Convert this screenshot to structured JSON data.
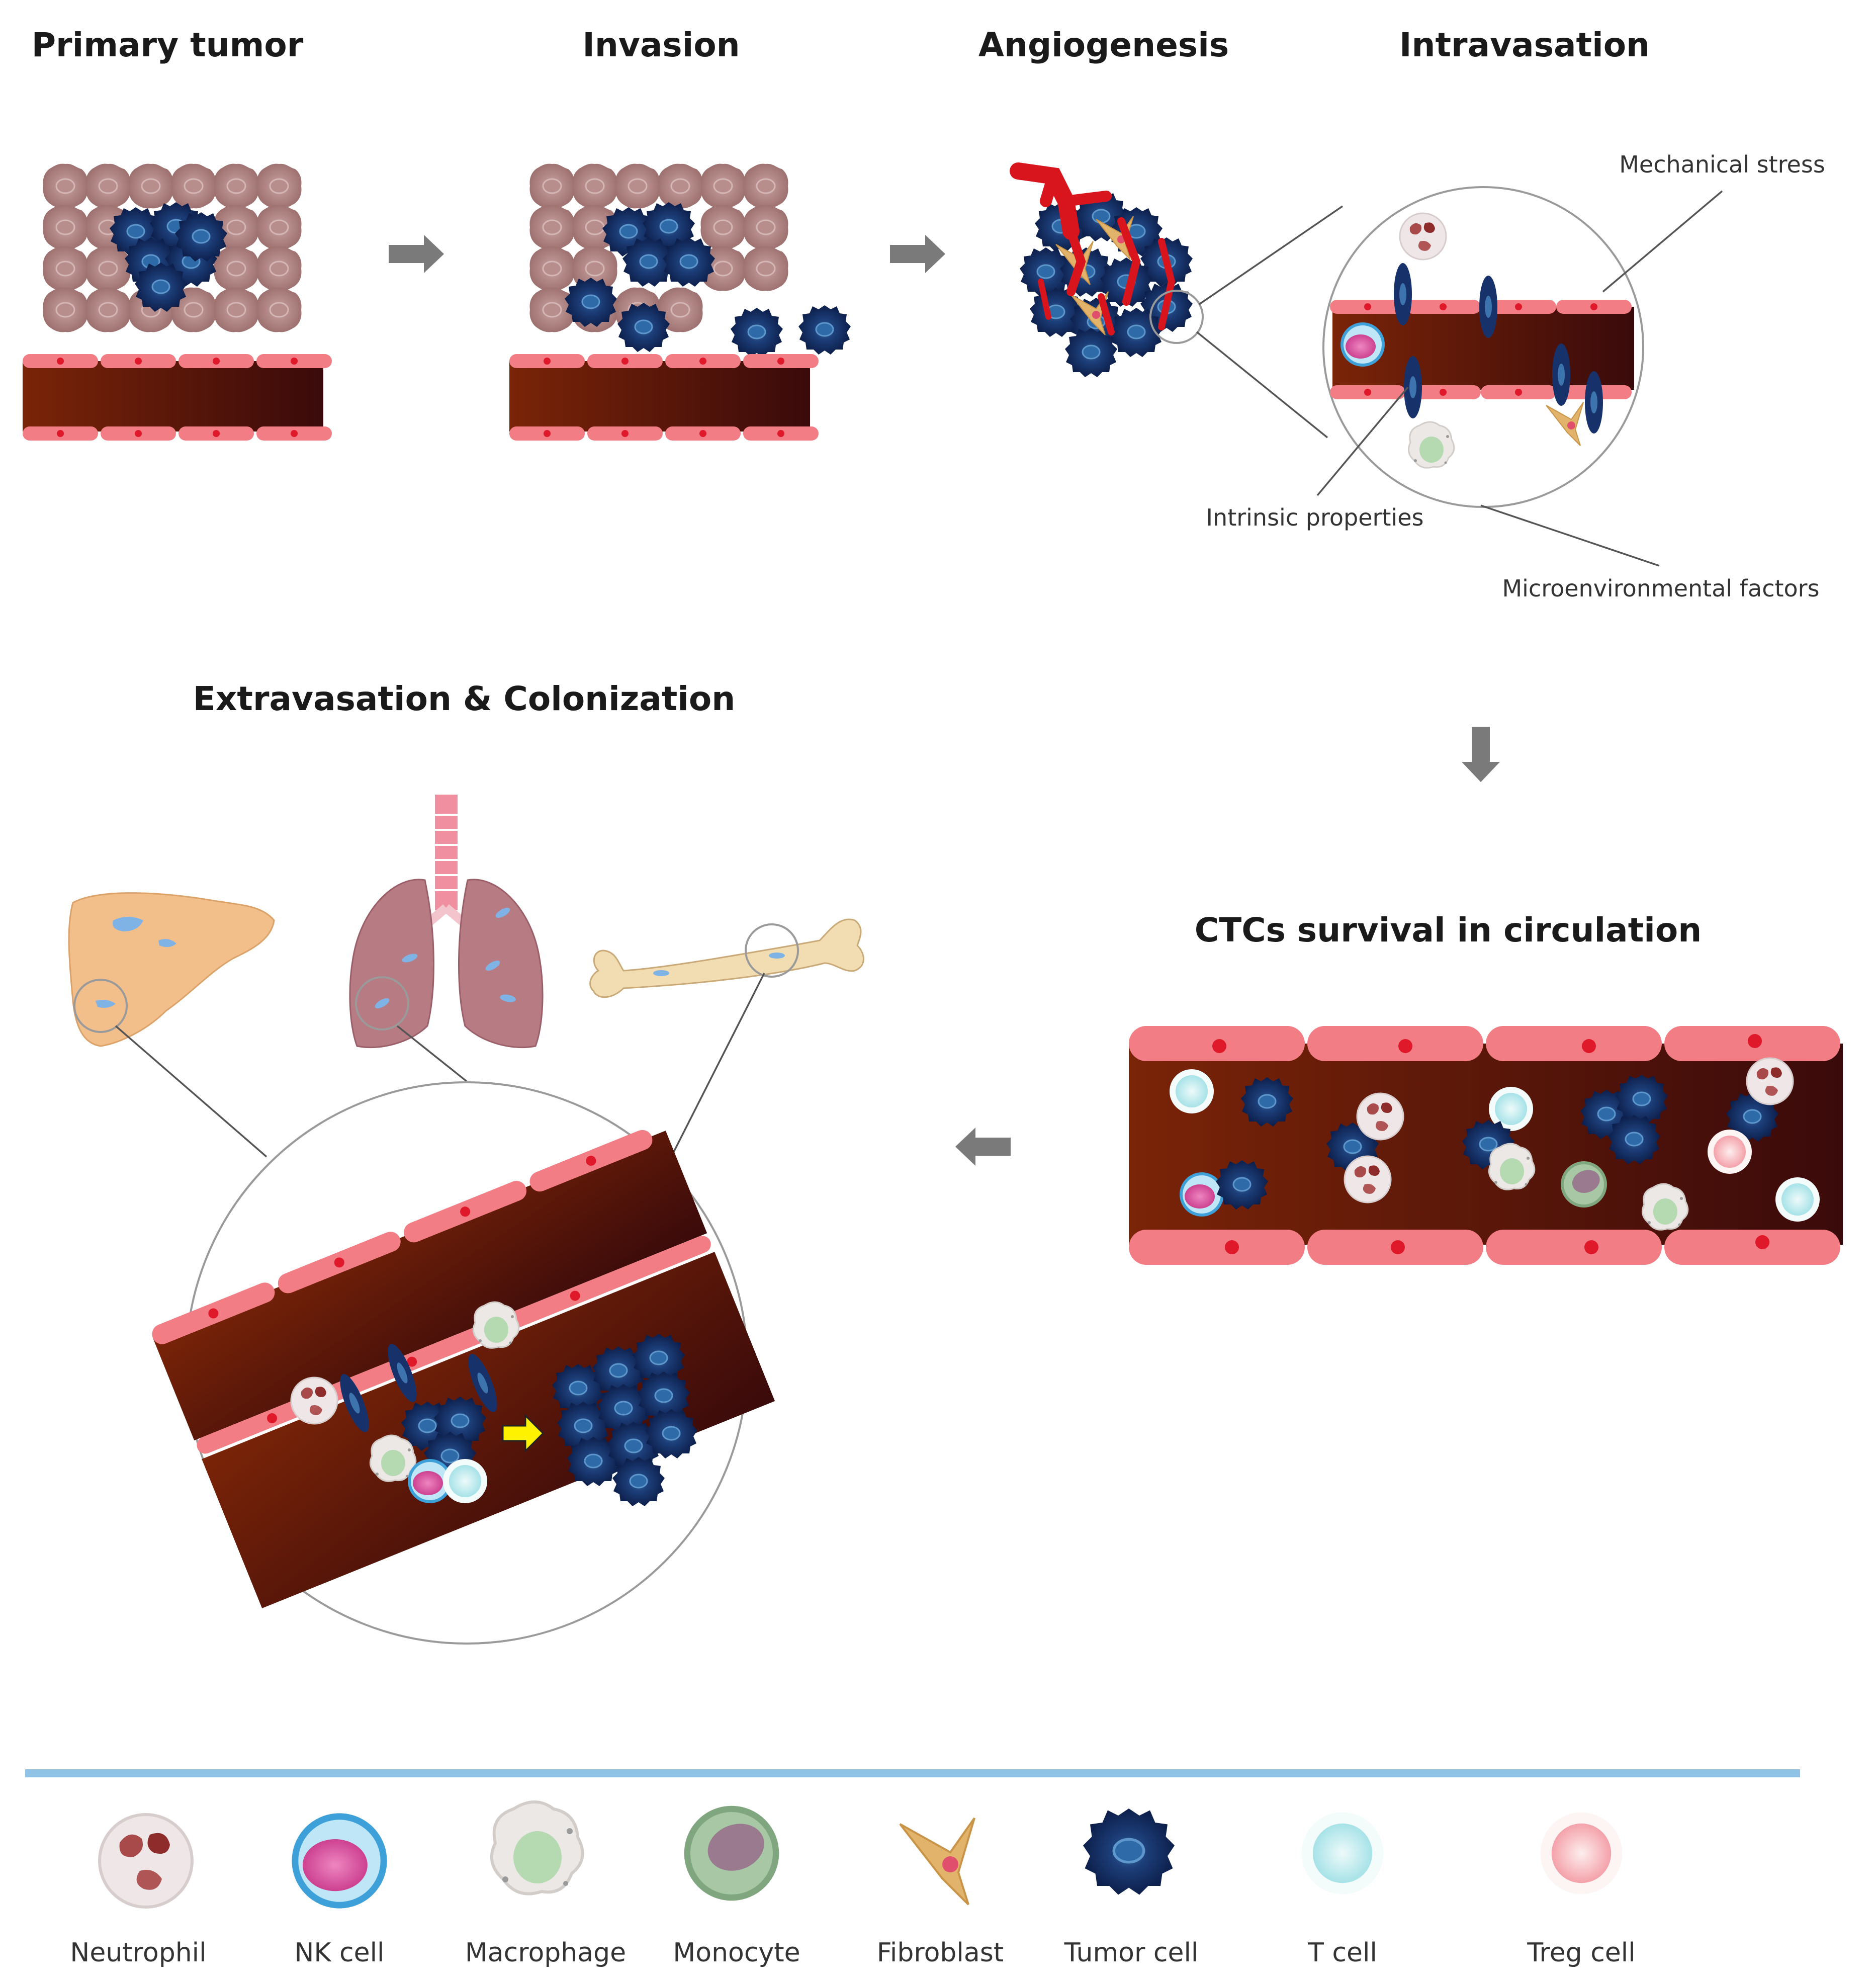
{
  "titles": {
    "primary_tumor": "Primary tumor",
    "invasion": "Invasion",
    "angiogenesis": "Angiogenesis",
    "intravasation": "Intravasation",
    "extravasation": "Extravasation & Colonization",
    "ctcs": "CTCs survival in circulation"
  },
  "callouts": {
    "mechanical_stress": "Mechanical stress",
    "intrinsic_properties": "Intrinsic properties",
    "microenvironmental_factors": "Microenvironmental factors"
  },
  "legend": {
    "items": [
      {
        "label": "Neutrophil",
        "icon": "neutrophil-icon"
      },
      {
        "label": "NK cell",
        "icon": "nk-cell-icon"
      },
      {
        "label": "Macrophage",
        "icon": "macrophage-icon"
      },
      {
        "label": "Monocyte",
        "icon": "monocyte-icon"
      },
      {
        "label": "Fibroblast",
        "icon": "fibroblast-icon"
      },
      {
        "label": "Tumor cell",
        "icon": "tumor-cell-icon"
      },
      {
        "label": "T cell",
        "icon": "t-cell-icon"
      },
      {
        "label": "Treg cell",
        "icon": "treg-cell-icon"
      }
    ]
  },
  "colors": {
    "vessel_lumen": "#6e1a08",
    "endothelium": "#f07b82",
    "tumor_cell": "#17326b",
    "normal_cell": "#a87a78",
    "legend_bar": "#8fc3e6",
    "arrow": "#7a7a7a",
    "highlight_arrow": "#fff200"
  }
}
